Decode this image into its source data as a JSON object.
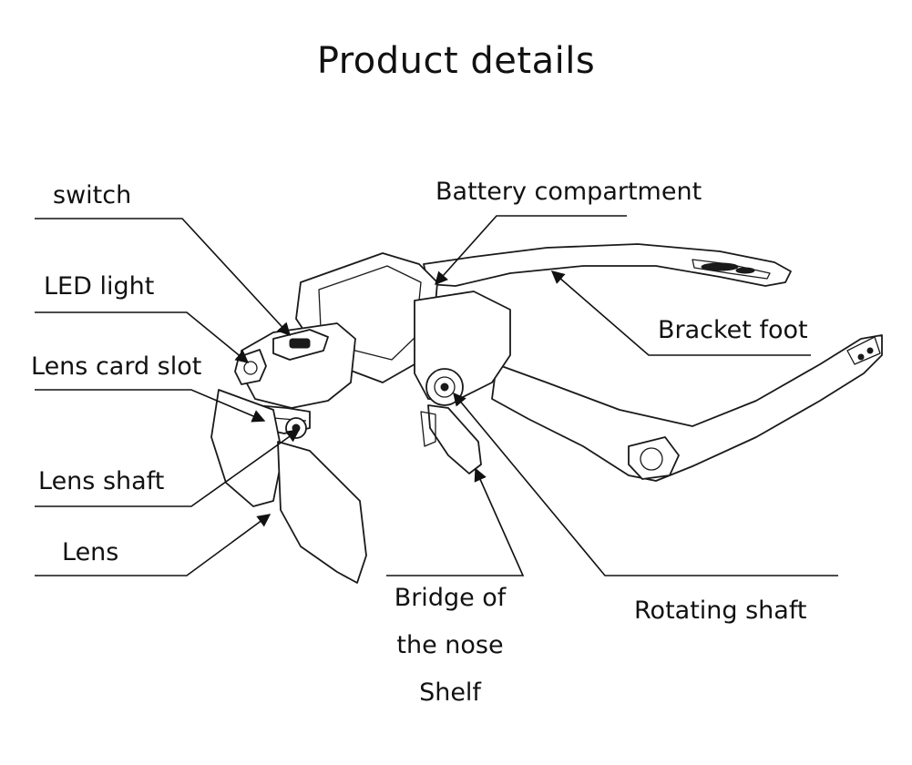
{
  "title": "Product details",
  "labels": {
    "switch": "switch",
    "led_light": "LED light",
    "lens_card_slot": "Lens card slot",
    "lens_shaft": "Lens shaft",
    "lens": "Lens",
    "battery_compartment": "Battery compartment",
    "bracket_foot": "Bracket foot",
    "nose_bridge_line1": "Bridge of",
    "nose_bridge_line2": "the nose",
    "nose_bridge_line3": "Shelf",
    "rotating_shaft": "Rotating shaft"
  },
  "colors": {
    "ink": "#111111",
    "background": "#ffffff"
  }
}
